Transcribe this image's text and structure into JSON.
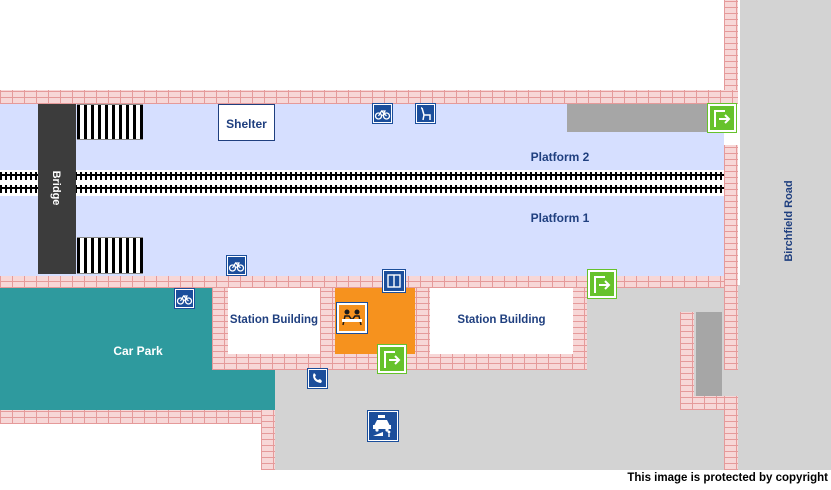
{
  "map": {
    "platform_2": "Platform 2",
    "platform_1": "Platform 1",
    "bridge": "Bridge",
    "shelter": "Shelter",
    "road": "Birchfield Road",
    "car_park": "Car Park",
    "station_building_left": "Station Building",
    "station_building_right": "Station Building"
  },
  "footer": {
    "copyright": "This image is protected by copyright"
  },
  "icons": [
    "bicycle-icon",
    "seat-icon",
    "exit-icon",
    "ticket-office-icon",
    "telephone-icon",
    "taxi-dropoff-icon",
    "departures-board-icon"
  ],
  "colors": {
    "platform": "#d6dfff",
    "car_park": "#2e9a9e",
    "ticket_office": "#f6921e",
    "exit_sign": "#66c22b",
    "info_icon": "#1b4e9b",
    "brick": "#f7d7d7",
    "road": "#d3d3d3",
    "label": "#1f3f7f"
  }
}
